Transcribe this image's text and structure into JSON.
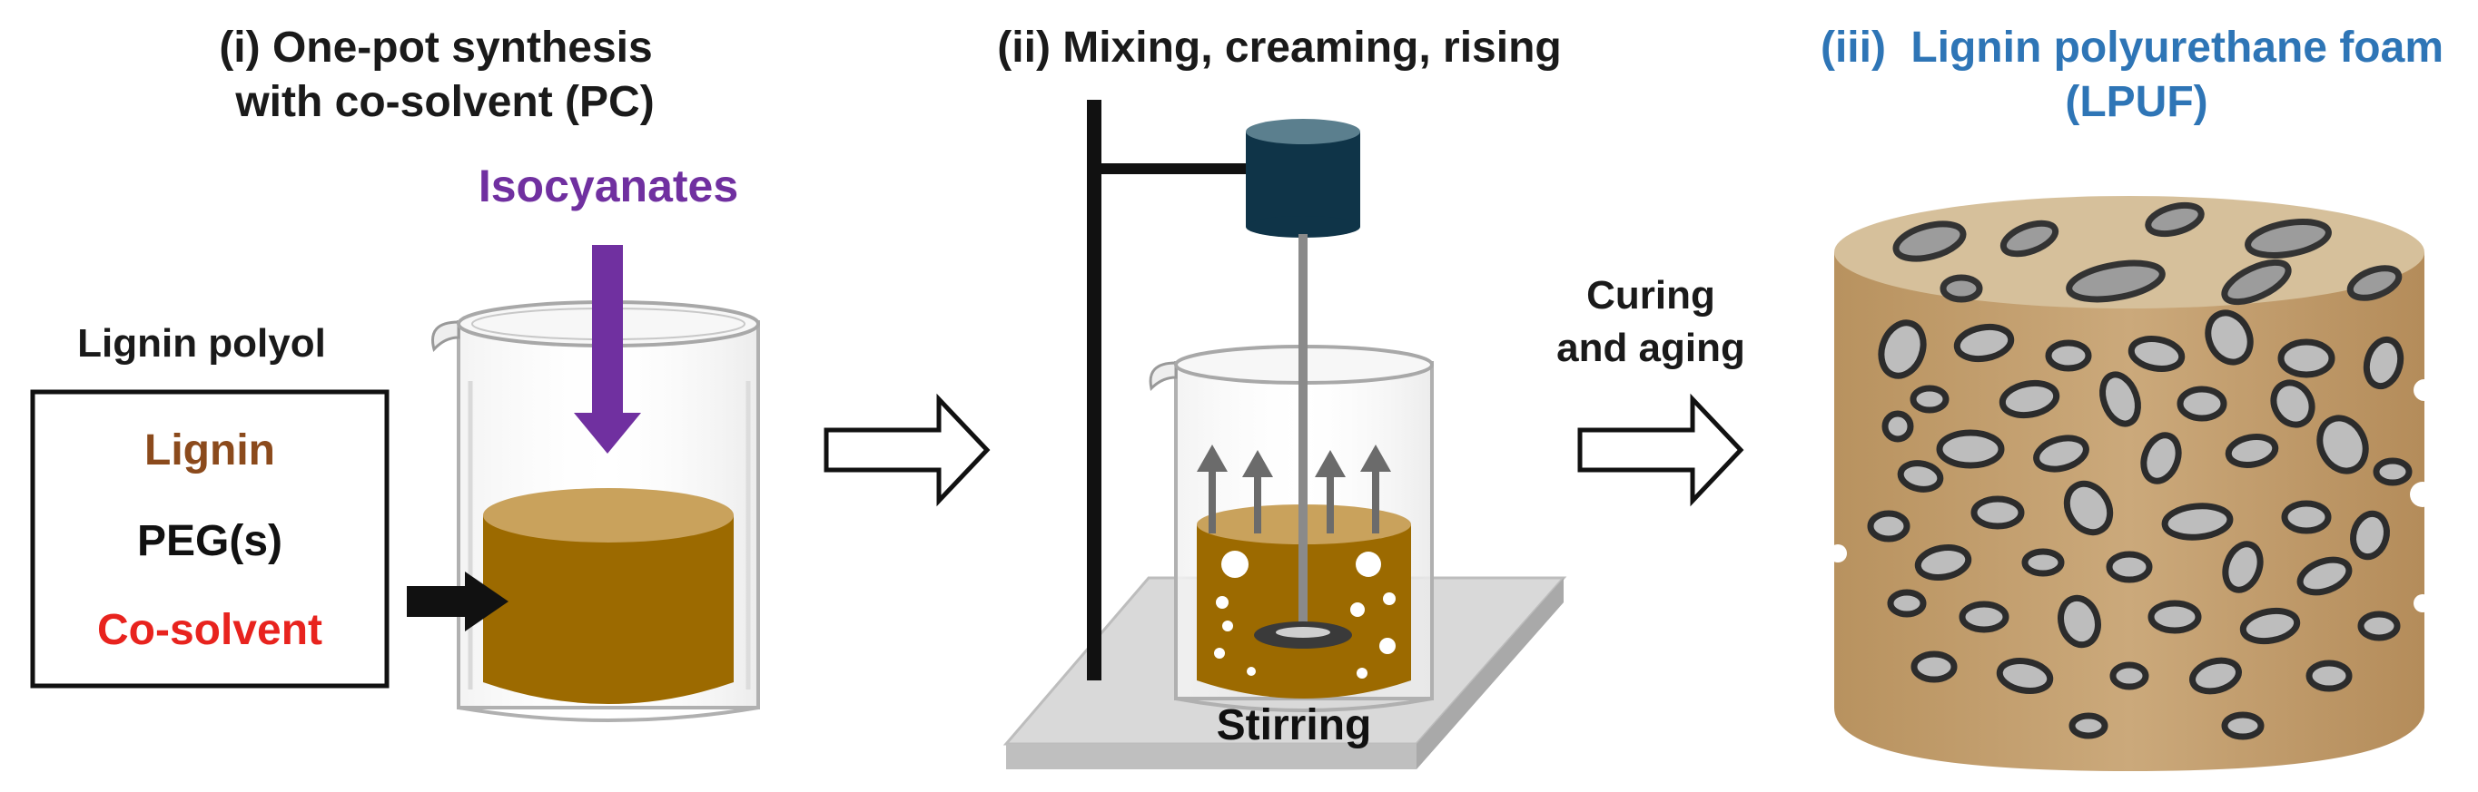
{
  "colors": {
    "heading_dark": "#1a1a1a",
    "heading_blue": "#2e75b6",
    "isocyanate_purple": "#7030a0",
    "lignin_brown": "#8b4a1c",
    "cosolvent_red": "#e8231e",
    "mixture_fill": "#9c6a00",
    "mixture_top": "#c9a25c",
    "motor_navy": "#0f3448",
    "foam_side": "#c8a579",
    "foam_top": "#d6c09b",
    "plate_gray": "#d9d9d9"
  },
  "step1": {
    "title_line1": "(i) One-pot synthesis",
    "title_line2": "with co-solvent (PC)",
    "isocyanates_label": "Isocyanates",
    "polyol_heading": "Lignin polyol",
    "components": {
      "lignin": "Lignin",
      "peg": "PEG(s)",
      "cosolvent": "Co-solvent"
    },
    "icons": [
      "beaker-icon",
      "down-arrow-icon",
      "right-arrow-icon"
    ]
  },
  "step2": {
    "title": "(ii) Mixing, creaming, rising",
    "stirring_label": "Stirring",
    "icons": [
      "stand-rod-icon",
      "stirrer-motor-icon",
      "beaker-icon",
      "rising-arrow-icon",
      "stir-plate-icon"
    ]
  },
  "transition": {
    "curing_line1": "Curing",
    "curing_line2": "and aging"
  },
  "step3": {
    "title_prefix": "(iii)",
    "title_line1": "Lignin polyurethane foam",
    "title_line2": "(LPUF)",
    "icons": [
      "foam-cylinder-icon"
    ]
  }
}
